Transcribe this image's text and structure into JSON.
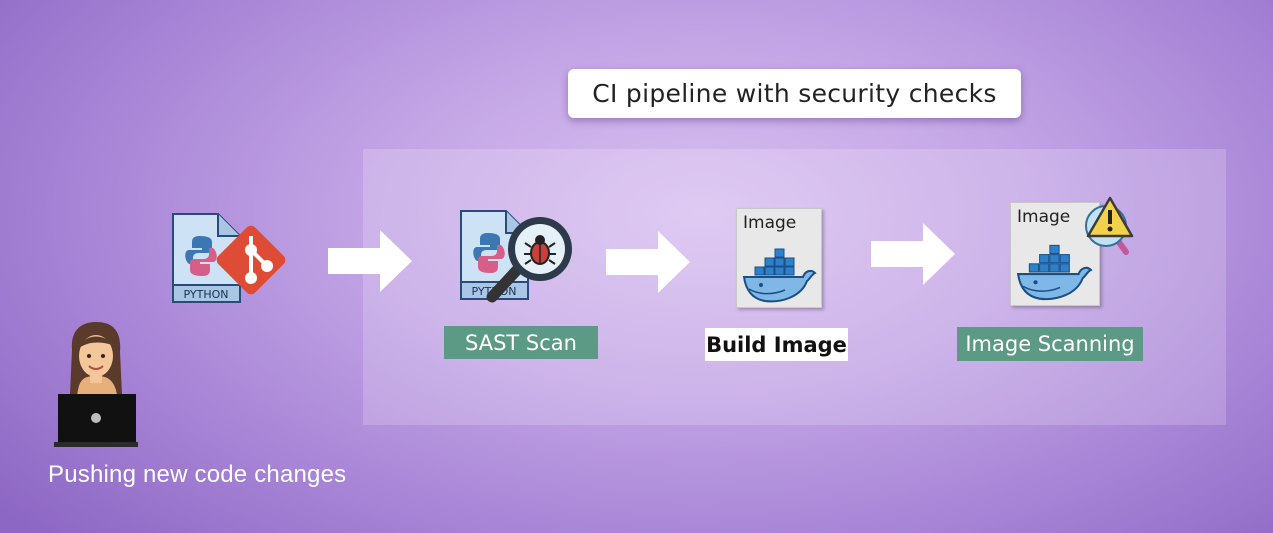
{
  "title": "CI pipeline with security checks",
  "developer": {
    "caption": "Pushing new code changes",
    "file_label": "PYTHON"
  },
  "steps": [
    {
      "label": "SAST Scan",
      "file_label": "PYTHON"
    },
    {
      "label": "Build Image",
      "card_text": "Image"
    },
    {
      "label": "Image Scanning",
      "card_text": "Image"
    }
  ],
  "colors": {
    "label_green": "#5d9a86",
    "git_red": "#de4c36",
    "docker_blue": "#2f80c9"
  },
  "icons": [
    "python-file-icon",
    "git-icon",
    "magnifier-bug-icon",
    "docker-whale-icon",
    "warning-icon",
    "developer-avatar-icon",
    "arrow-right-icon"
  ]
}
